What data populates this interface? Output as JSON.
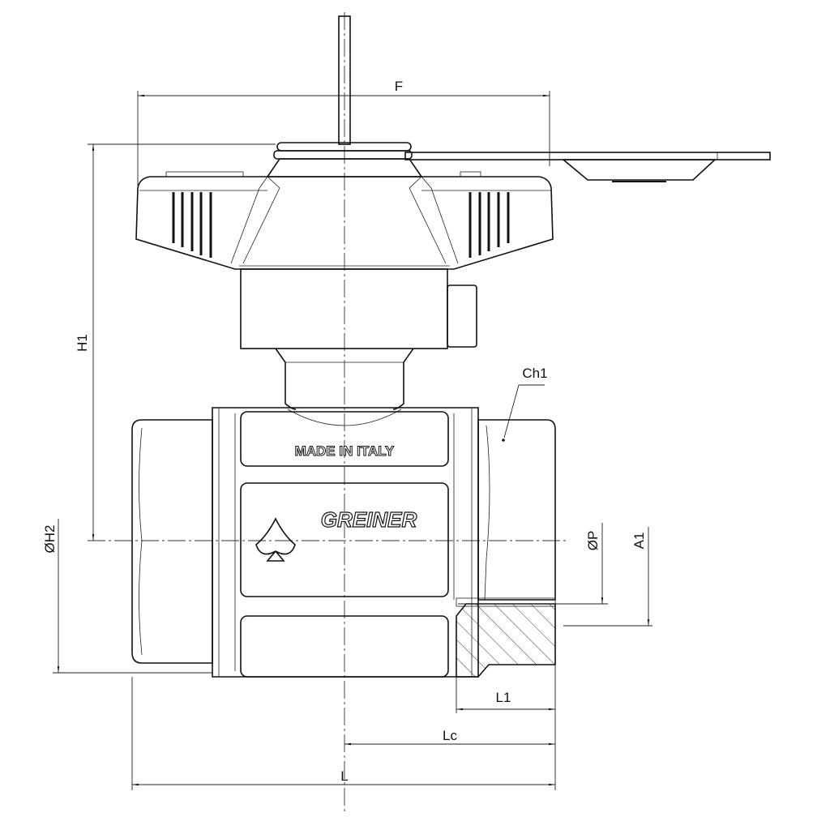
{
  "drawing": {
    "body_marking": "MADE IN ITALY",
    "brand": "GREINER"
  },
  "dimensions": {
    "F": "F",
    "H1": "H1",
    "Ch1": "Ch1",
    "H2": "ØH2",
    "P": "ØP",
    "A1": "A1",
    "L1": "L1",
    "Lc": "Lc",
    "L": "L"
  }
}
